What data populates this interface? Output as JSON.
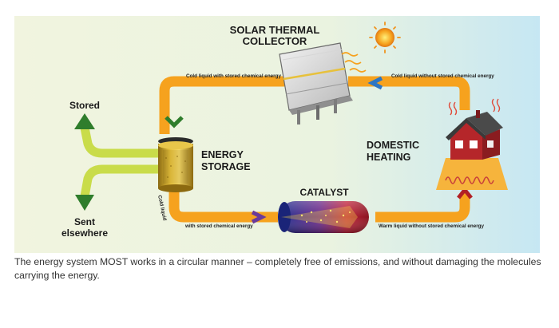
{
  "labels": {
    "collector_line1": "SOLAR THERMAL",
    "collector_line2": "COLLECTOR",
    "storage_line1": "ENERGY",
    "storage_line2": "STORAGE",
    "heating_line1": "DOMESTIC",
    "heating_line2": "HEATING",
    "catalyst": "CATALYST",
    "stored": "Stored",
    "sent_line1": "Sent",
    "sent_line2": "elsewhere"
  },
  "flows": {
    "top_left": "Cold liquid with stored chemical energy",
    "top_right": "Cold liquid without stored chemical energy",
    "bottom_left_a": "Cold liquid",
    "bottom_left_b": "with stored chemical energy",
    "bottom_right": "Warm liquid without stored chemical energy"
  },
  "caption": "The energy system MOST works in a circular manner – completely free of emissions, and without damaging the molecules carrying the energy.",
  "colors": {
    "loop": "#f6a21e",
    "green": "#2f7d2c",
    "green_light": "#b8d53a",
    "arrow_blue": "#2e76c4",
    "arrow_purple": "#6a3a9a",
    "arrow_red": "#b22025",
    "background_top": "#eef3dc",
    "background_right": "#c9e8f3"
  },
  "icons": [
    "sun-icon",
    "house-icon",
    "heat-waves-icon",
    "storage-tank-icon",
    "catalyst-tube-icon",
    "solar-panel-icon"
  ]
}
